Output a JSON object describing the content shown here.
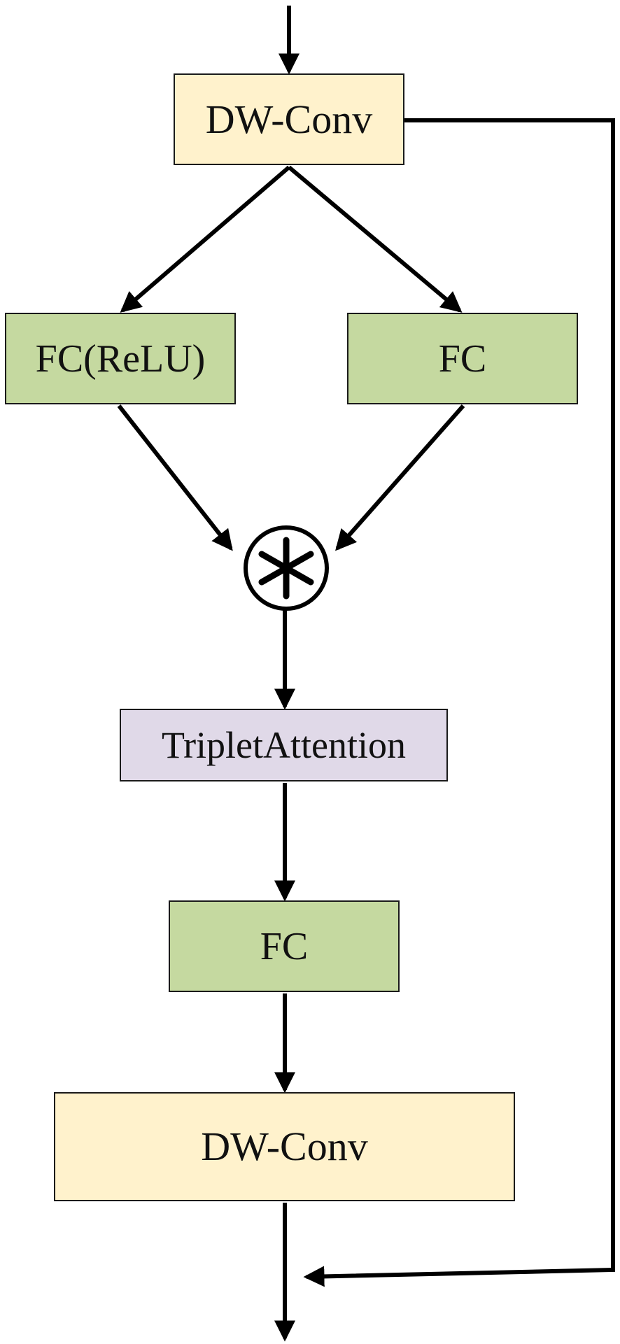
{
  "diagram": {
    "nodes": {
      "dw_conv_top": {
        "label": "DW-Conv",
        "color": "#fff2cc"
      },
      "fc_relu": {
        "label": "FC(ReLU)",
        "color": "#c5d9a0"
      },
      "fc_right": {
        "label": "FC",
        "color": "#c5d9a0"
      },
      "multiply": {
        "symbol": "*"
      },
      "triplet_attention": {
        "label": "TripletAttention",
        "color": "#e0d9e8"
      },
      "fc_bottom": {
        "label": "FC",
        "color": "#c5d9a0"
      },
      "dw_conv_bottom": {
        "label": "DW-Conv",
        "color": "#fff2cc"
      }
    },
    "edges": [
      {
        "from": "input",
        "to": "dw_conv_top"
      },
      {
        "from": "dw_conv_top",
        "to": "fc_relu"
      },
      {
        "from": "dw_conv_top",
        "to": "fc_right"
      },
      {
        "from": "fc_relu",
        "to": "multiply"
      },
      {
        "from": "fc_right",
        "to": "multiply"
      },
      {
        "from": "multiply",
        "to": "triplet_attention"
      },
      {
        "from": "triplet_attention",
        "to": "fc_bottom"
      },
      {
        "from": "fc_bottom",
        "to": "dw_conv_bottom"
      },
      {
        "from": "dw_conv_bottom",
        "to": "output"
      },
      {
        "from": "dw_conv_top",
        "to": "output",
        "type": "skip-connection"
      }
    ],
    "line_color": "#000000"
  }
}
